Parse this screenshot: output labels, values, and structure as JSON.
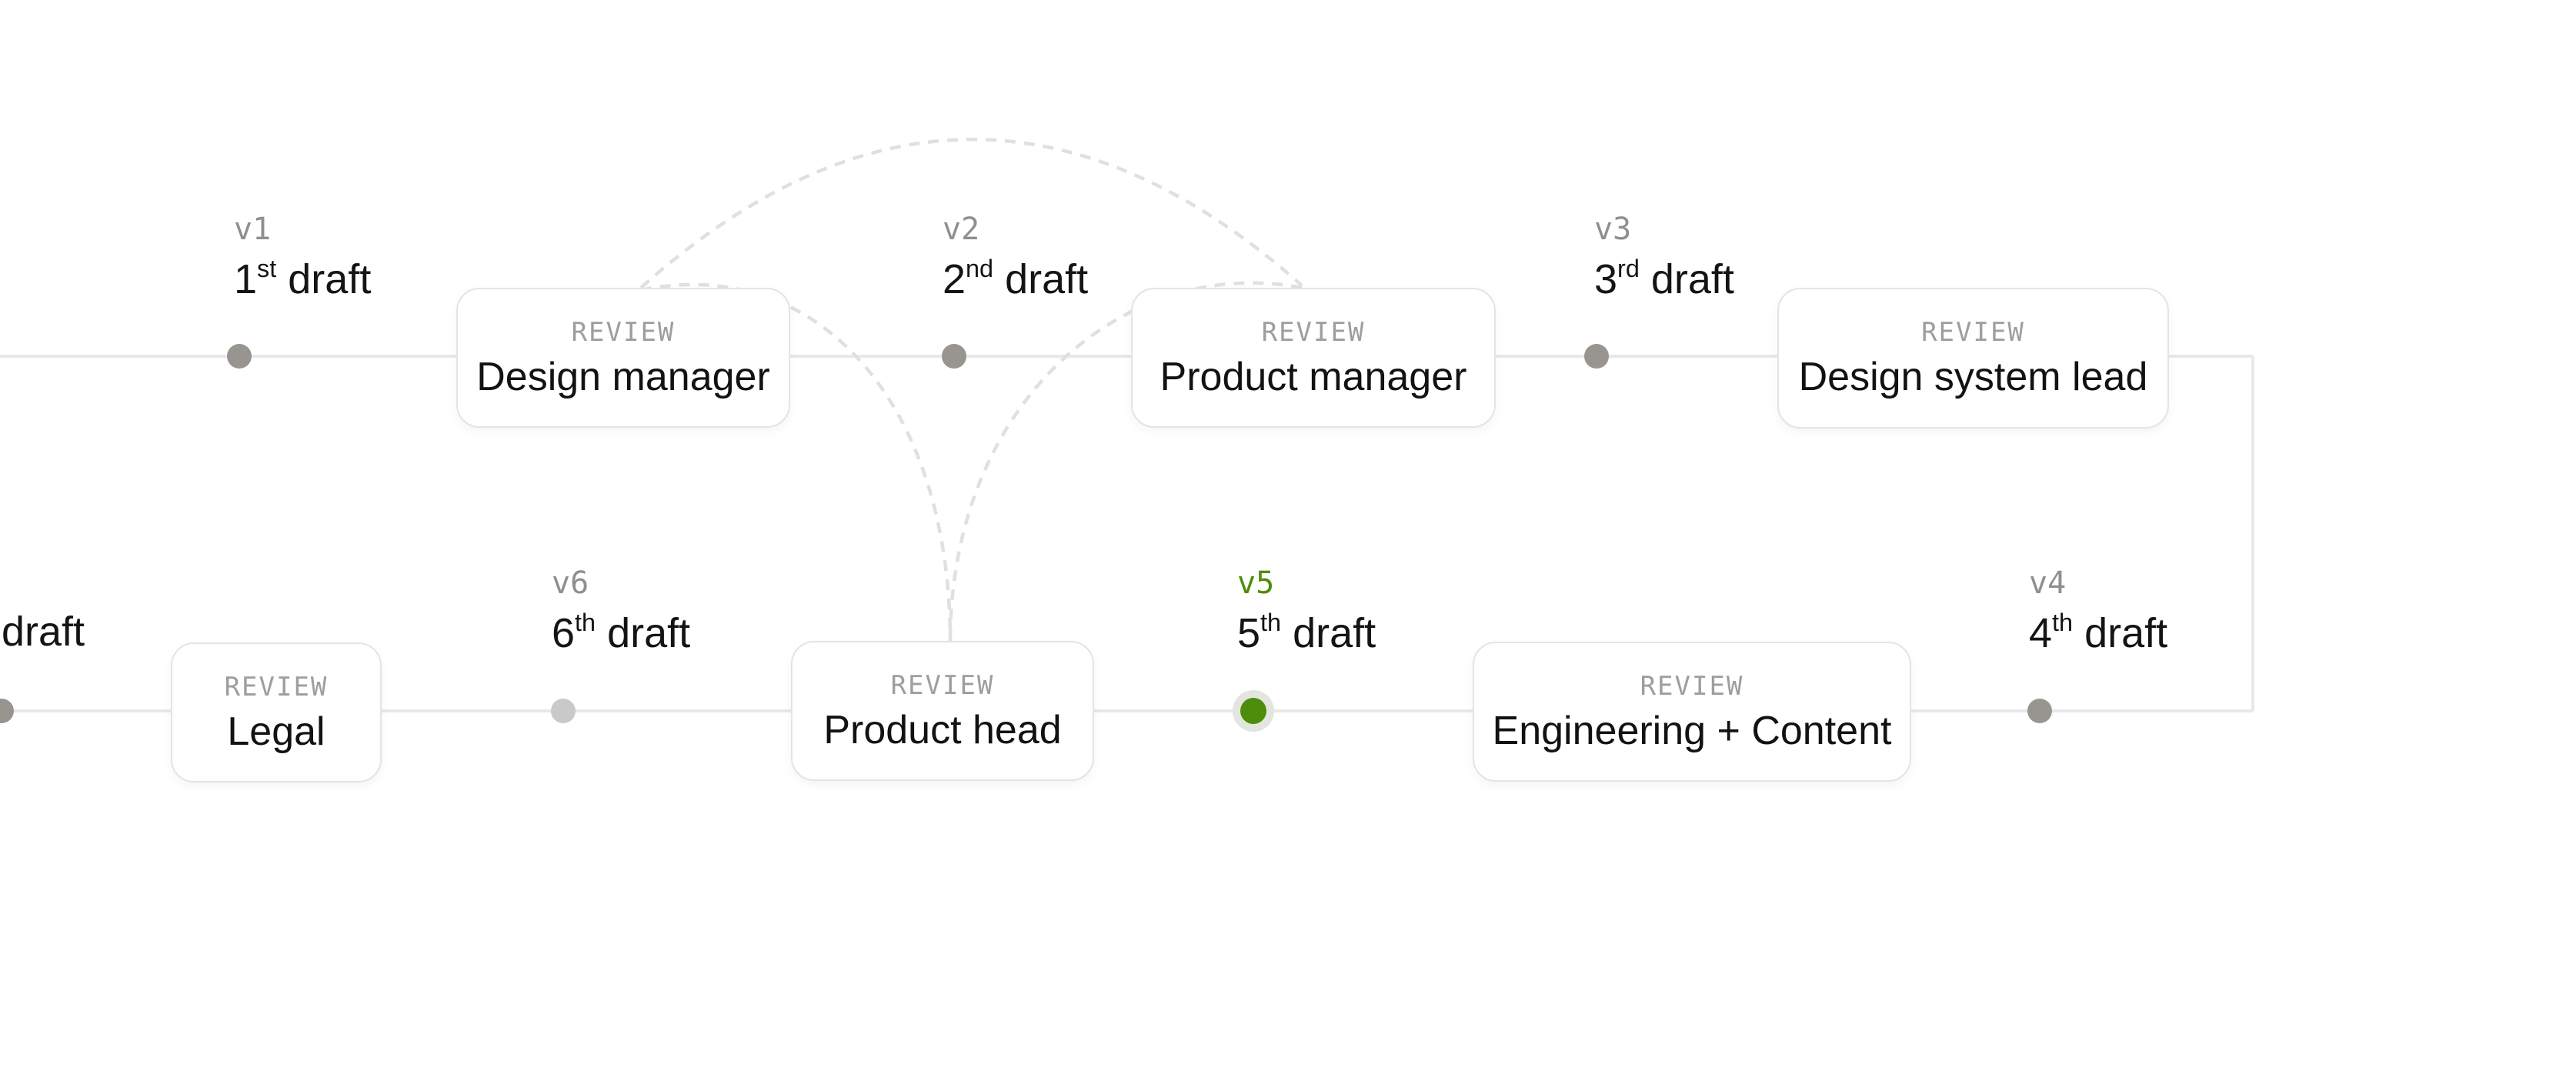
{
  "review_kicker": "REVIEW",
  "reviews": {
    "design_manager": "Design manager",
    "product_manager": "Product manager",
    "design_system_lead": "Design system lead",
    "legal": "Legal",
    "product_head": "Product head",
    "engineering_content": "Engineering + Content"
  },
  "versions": {
    "v1": {
      "label": "v1",
      "num": "1",
      "ord": "st",
      "word": "draft"
    },
    "v2": {
      "label": "v2",
      "num": "2",
      "ord": "nd",
      "word": "draft"
    },
    "v3": {
      "label": "v3",
      "num": "3",
      "ord": "rd",
      "word": "draft"
    },
    "v4": {
      "label": "v4",
      "num": "4",
      "ord": "th",
      "word": "draft"
    },
    "v5": {
      "label": "v5",
      "num": "5",
      "ord": "th",
      "word": "draft"
    },
    "v6": {
      "label": "v6",
      "num": "6",
      "ord": "th",
      "word": "draft"
    },
    "partial": {
      "word": "draft"
    }
  },
  "colors": {
    "accent_green": "#4e8d0c",
    "green_halo": "#e3e6de",
    "dot_gray": "#98948f",
    "dot_light_gray": "#c9c9c9",
    "line_gray": "#e8e8e8",
    "dashed_gray": "#e0e0e0",
    "version_label_gray": "#8f8f8f",
    "kicker_gray": "#9e9e9e",
    "text_black": "#141414"
  }
}
